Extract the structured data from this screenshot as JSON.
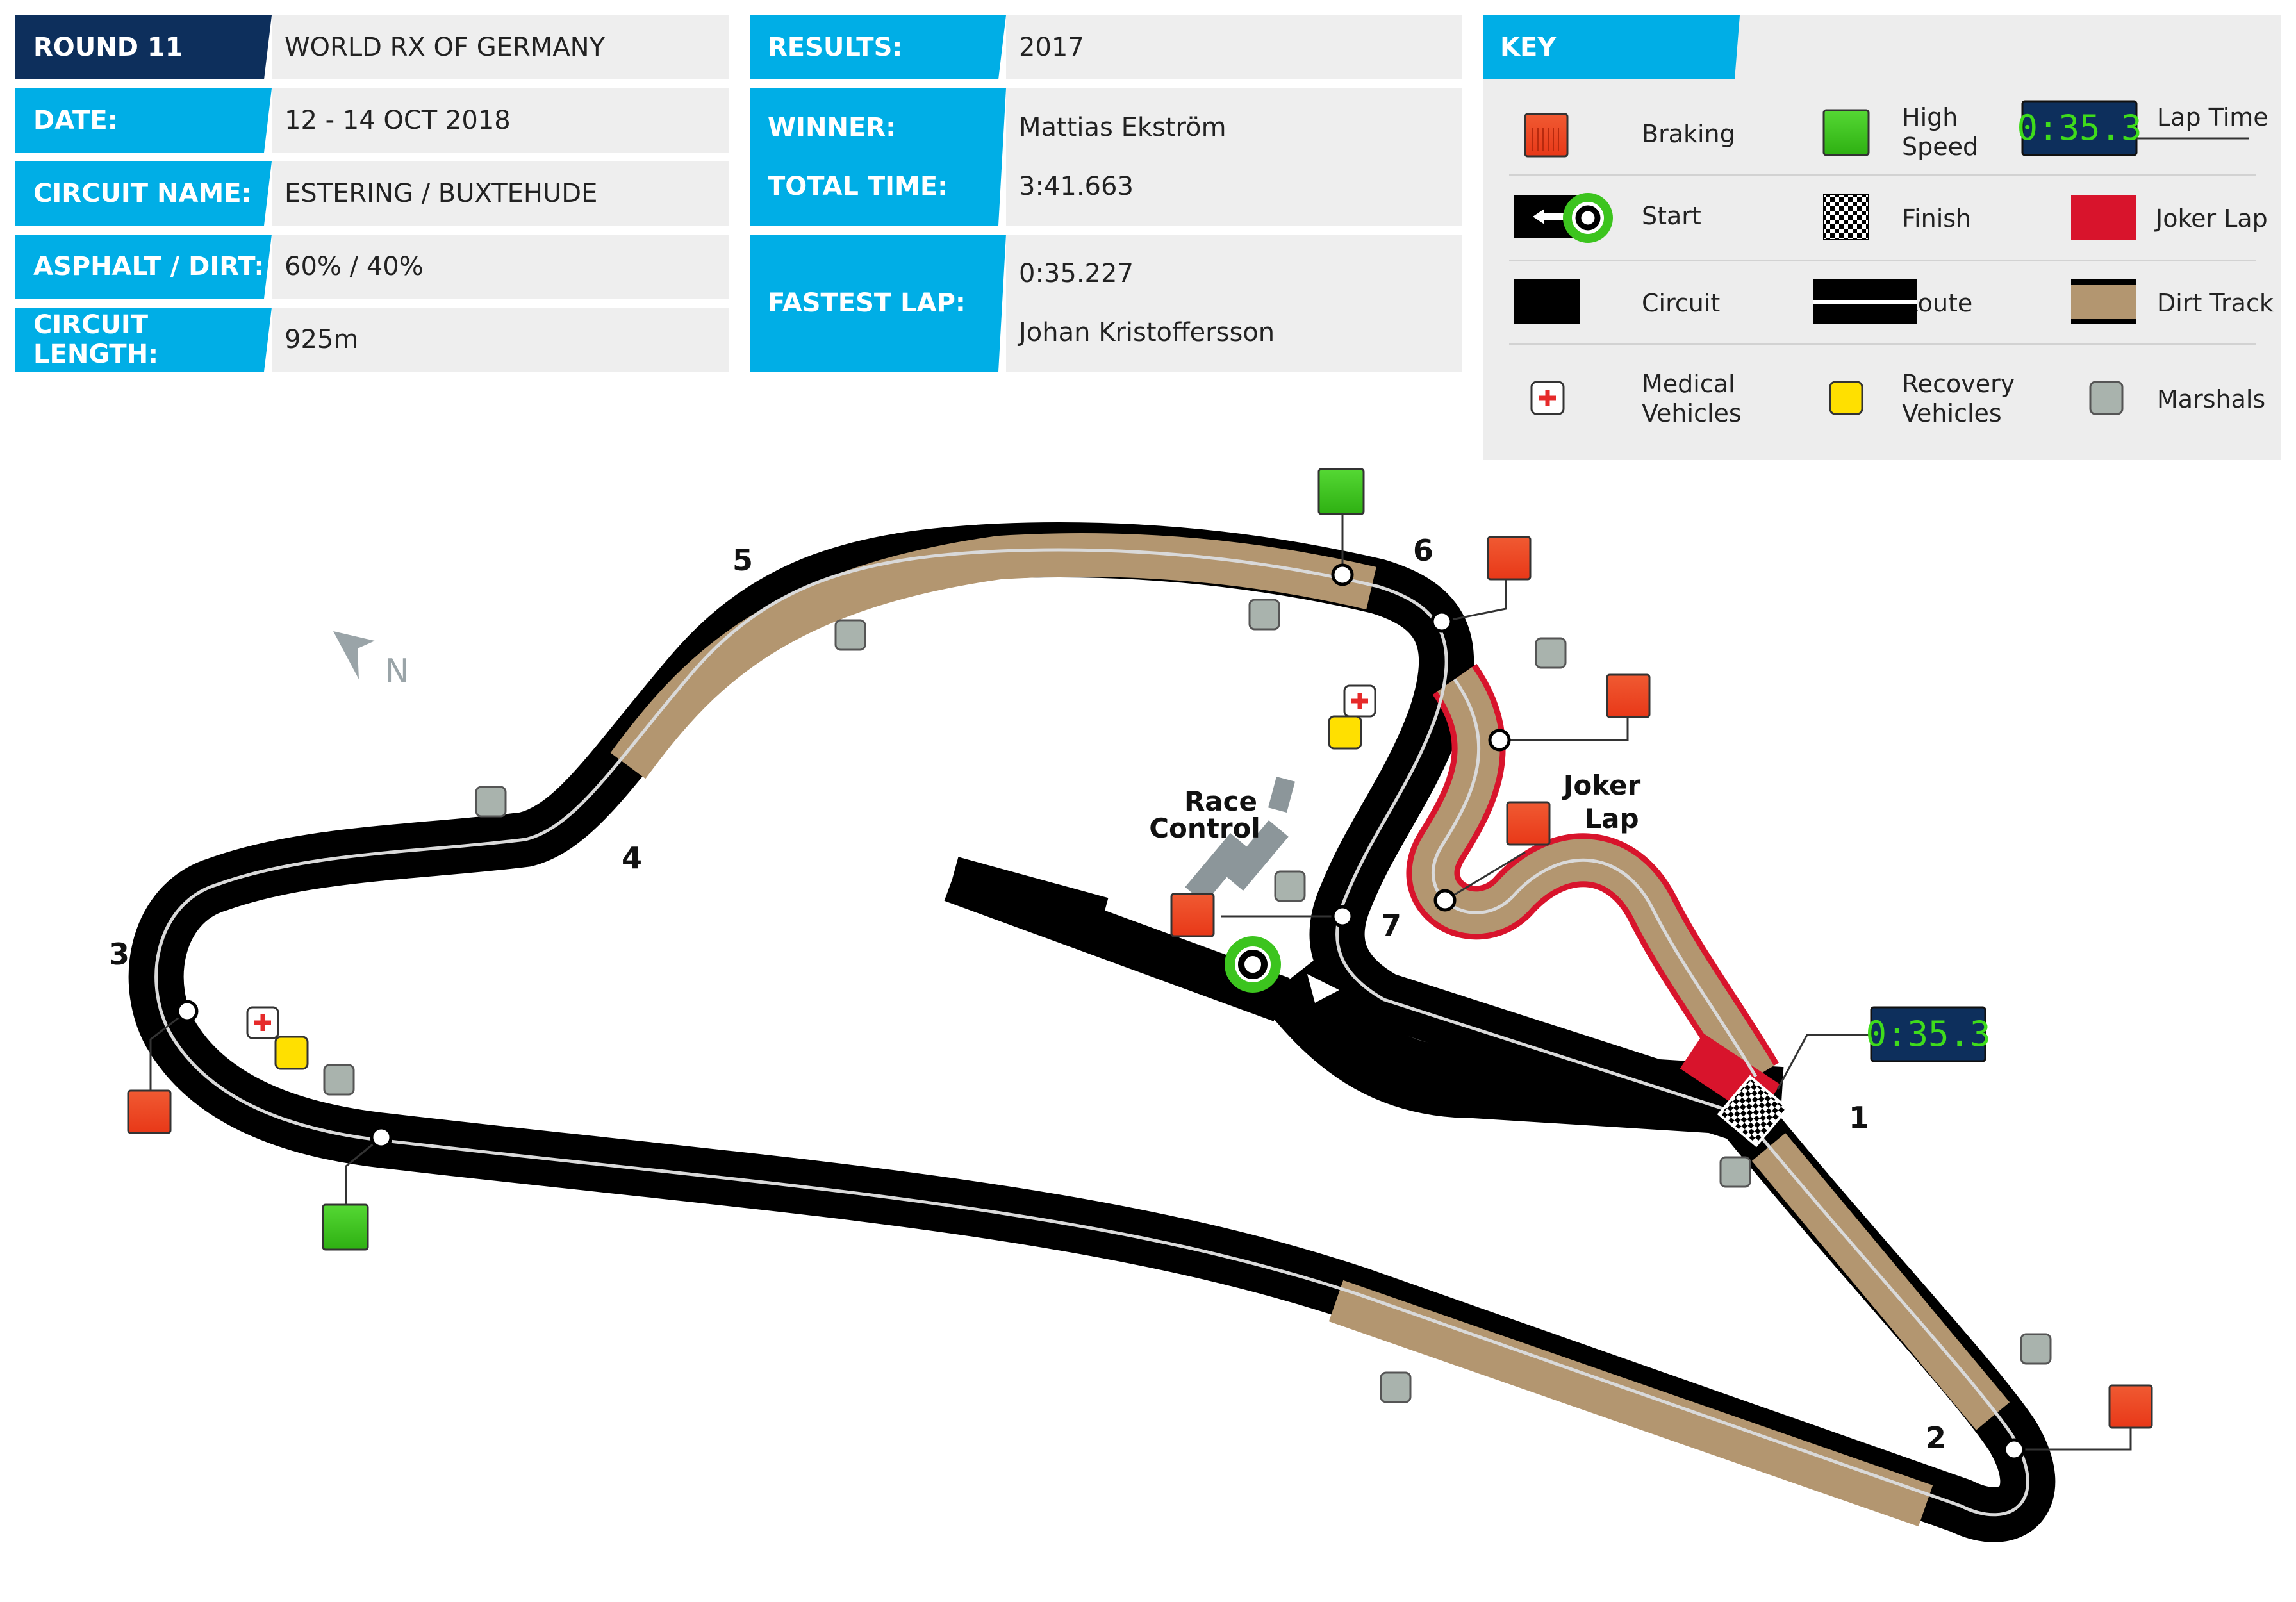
{
  "info": {
    "round_label": "ROUND 11",
    "event_name": "WORLD RX OF GERMANY",
    "date_label": "DATE:",
    "date_value": "12 - 14 OCT 2018",
    "circuit_label": "CIRCUIT NAME:",
    "circuit_value": "ESTERING / BUXTEHUDE",
    "surface_label": "ASPHALT / DIRT:",
    "surface_value": "60% / 40%",
    "length_label": "CIRCUIT LENGTH:",
    "length_value": "925m"
  },
  "results": {
    "results_label": "RESULTS:",
    "results_value": "2017",
    "winner_label": "WINNER:",
    "winner_value": "Mattias Ekström",
    "time_label": "TOTAL TIME:",
    "time_value": "3:41.663",
    "fastest_label": "FASTEST LAP:",
    "fastest_value": "0:35.227",
    "fastest_driver": "Johan Kristoffersson"
  },
  "key": {
    "title": "KEY",
    "braking": "Braking",
    "high_speed": "High\nSpeed",
    "lap_time": "Lap Time",
    "lap_time_display": "0:35.3",
    "start": "Start",
    "finish": "Finish",
    "joker_lap": "Joker Lap",
    "circuit": "Circuit",
    "route": "Route",
    "dirt_track": "Dirt Track",
    "medical": "Medical\nVehicles",
    "recovery": "Recovery\nVehicles",
    "marshals": "Marshals"
  },
  "map": {
    "north": "N",
    "race_control_1": "Race",
    "race_control_2": "Control",
    "joker_1": "Joker",
    "joker_2": "Lap",
    "lap_time_display": "0:35.3",
    "turns": [
      "1",
      "2",
      "3",
      "4",
      "5",
      "6",
      "7"
    ]
  },
  "colors": {
    "accent_blue": "#00aee6",
    "dark_blue": "#0d2f5c",
    "dirt": "#b39670",
    "joker_red": "#d8142c",
    "braking": "#ef4a24",
    "high_speed": "#3cc41e",
    "recovery": "#ffe000",
    "marshal": "#a9b3ad",
    "lap_display_bg": "#0d2f5c",
    "lap_display_text": "#3fdc1b"
  }
}
